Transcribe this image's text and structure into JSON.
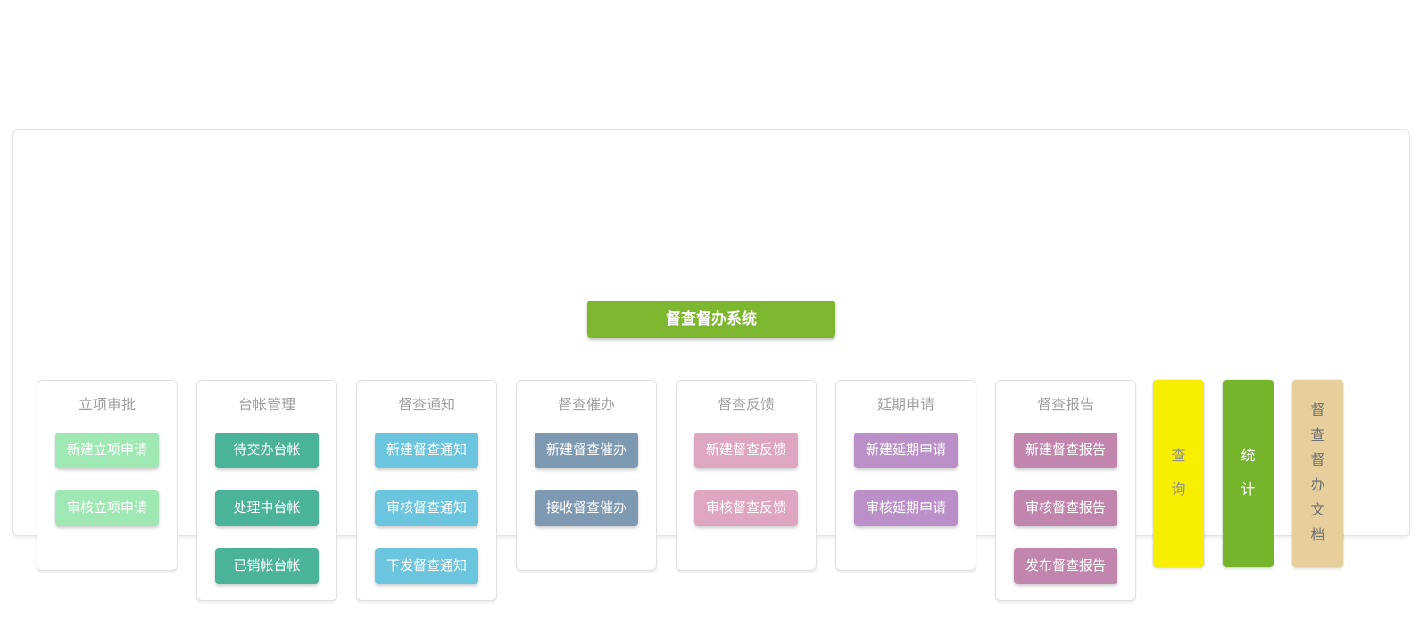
{
  "title": "督查督办系统",
  "title_bg": "#7db72f",
  "groups": [
    {
      "name": "立项审批",
      "color": "#9fe8b3",
      "buttons": [
        "新建立项申请",
        "审核立项申请"
      ]
    },
    {
      "name": "台帐管理",
      "color": "#4cb39b",
      "buttons": [
        "待交办台帐",
        "处理中台帐",
        "已销帐台帐"
      ]
    },
    {
      "name": "督查通知",
      "color": "#6cc5de",
      "buttons": [
        "新建督查通知",
        "审核督查通知",
        "下发督查通知"
      ]
    },
    {
      "name": "督查催办",
      "color": "#7e9ab3",
      "buttons": [
        "新建督查催办",
        "接收督查催办"
      ]
    },
    {
      "name": "督查反馈",
      "color": "#dfa6c1",
      "buttons": [
        "新建督查反馈",
        "审核督查反馈"
      ]
    },
    {
      "name": "延期申请",
      "color": "#bb90c9",
      "buttons": [
        "新建延期申请",
        "审核延期申请"
      ]
    },
    {
      "name": "督查报告",
      "color": "#c286ae",
      "buttons": [
        "新建督查报告",
        "审核督查报告",
        "发布督查报告"
      ]
    }
  ],
  "side_bars": [
    {
      "label": "查询",
      "color": "#f8ee00",
      "text_color": "#8f8f8f"
    },
    {
      "label": "统计",
      "color": "#74b52b",
      "text_color": "#ffffff"
    },
    {
      "label": "督查督办文档",
      "color": "#e6cf9c",
      "text_color": "#6f6f6f"
    }
  ]
}
